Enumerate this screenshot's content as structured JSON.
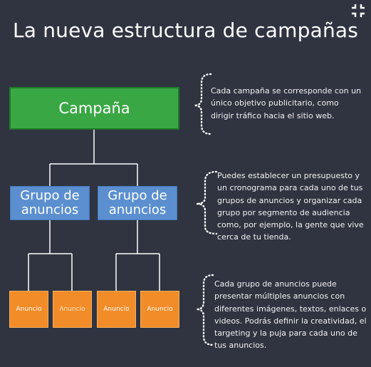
{
  "title": "La nueva estructura de campañas",
  "diagram": {
    "campaign": "Campaña",
    "ad_groups": [
      {
        "label": "Grupo de anuncios"
      },
      {
        "label": "Grupo de anuncios"
      }
    ],
    "ads": [
      {
        "label": "Anuncio"
      },
      {
        "label": "Anuncio"
      },
      {
        "label": "Anuncio"
      },
      {
        "label": "Anuncio"
      }
    ]
  },
  "descriptions": {
    "campaign": "Cada campaña se corresponde con un único objetivo publicitario, como dirigir tráfico hacia el sitio web.",
    "ad_group": "Puedes establecer un presupuesto y un cronograma para cada uno de tus grupos de anuncios y organizar cada grupo por segmento de audiencia como, por ejemplo, la gente que vive cerca de tu tienda.",
    "ad": "Cada grupo de anuncios puede presentar múltiples anuncios con diferentes imágenes, textos, enlaces o videos. Podrás definir la creatividad, el targeting y la puja para cada uno de tus anuncios."
  },
  "colors": {
    "background": "#2f3440",
    "campaign": "#3aa745",
    "ad_group": "#5b8fd0",
    "ad": "#f28c28"
  },
  "icons": {
    "exit_fullscreen": "exit-fullscreen-icon"
  }
}
